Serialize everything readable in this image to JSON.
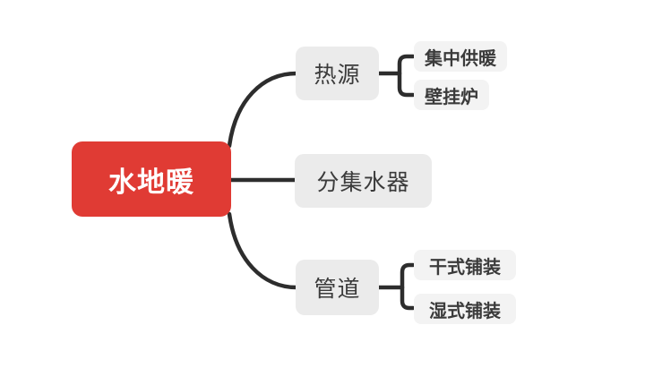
{
  "mindmap": {
    "root": {
      "label": "水地暖"
    },
    "branches": [
      {
        "label": "热源",
        "children": [
          {
            "label": "集中供暖"
          },
          {
            "label": "壁挂炉"
          }
        ]
      },
      {
        "label": "分集水器",
        "children": []
      },
      {
        "label": "管道",
        "children": [
          {
            "label": "干式铺装"
          },
          {
            "label": "湿式铺装"
          }
        ]
      }
    ],
    "colors": {
      "canvas_bg": "#ffffff",
      "root_bg": "#e03b34",
      "root_text": "#ffffff",
      "branch_bg": "#ebebeb",
      "child_bg": "#f3f3f3",
      "node_text": "#3b3b3b",
      "connector": "#2d2d2d"
    }
  }
}
